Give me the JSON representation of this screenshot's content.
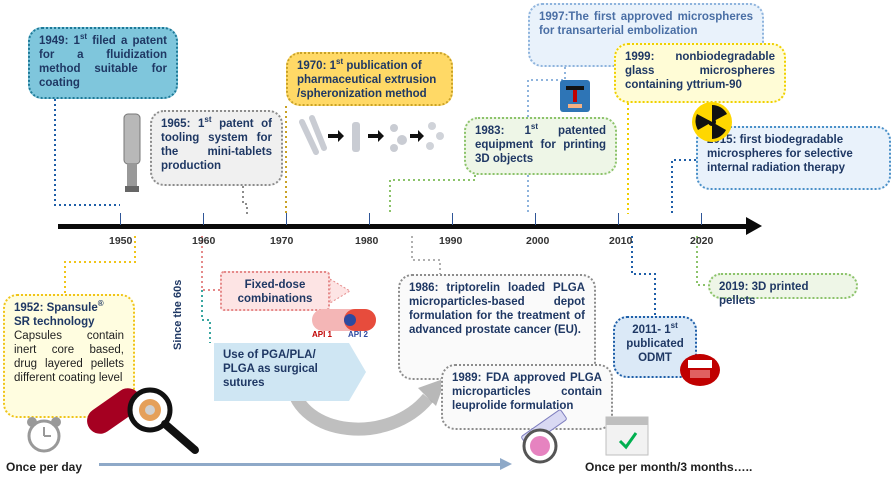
{
  "timeline": {
    "years": [
      "1950",
      "1960",
      "1970",
      "1980",
      "1990",
      "2000",
      "2010",
      "2020"
    ],
    "since_label": "Since the 60s"
  },
  "events": {
    "e1949": {
      "prefix": "1949: 1",
      "sup": "st",
      "rest": " filed a patent for a fluidization method suitable for coating"
    },
    "e1965": {
      "prefix": "1965: 1",
      "sup": "st",
      "rest": " patent of tooling system for the mini-tablets production"
    },
    "e1970": {
      "prefix": "1970: 1",
      "sup": "st",
      "rest": " publication of pharmaceutical extrusion /spheronization method"
    },
    "e1983": {
      "prefix": "1983: 1",
      "sup": "st",
      "rest": " patented equipment for printing 3D objects"
    },
    "e1997": {
      "text": "1997:The first approved microspheres for transarterial embolization"
    },
    "e1999": {
      "text": "1999: nonbiodegradable glass microspheres containing yttrium-90"
    },
    "e2015": {
      "text": "2015: first biodegradable microspheres for selective internal radiation therapy"
    },
    "e2019": {
      "text": "2019: 3D printed pellets"
    },
    "e2011": {
      "prefix": "2011- 1",
      "sup": "st",
      "rest": " publicated ODMT"
    },
    "e1986": {
      "text": "1986: triptorelin loaded PLGA microparticles-based depot formulation for the treatment of advanced prostate cancer (EU)."
    },
    "e1989": {
      "text": "1989: FDA approved PLGA microparticles contain leuprolide formulation"
    },
    "e1952": {
      "title": "1952: Spansule",
      "reg": "®",
      "title2": "SR technology",
      "text": "Capsules contain inert core based, drug layered pellets different coating level"
    },
    "fixed_dose": {
      "text": "Fixed-dose combinations"
    },
    "pga": {
      "text": "Use of PGA/PLA/ PLGA as surgical sutures"
    }
  },
  "capsule_labels": {
    "api1": "API 1",
    "api2": "API 2"
  },
  "bottom": {
    "left": "Once per day",
    "right": "Once per month/3 months….."
  },
  "colors": {
    "axis": "#0a0a0a",
    "blue_box": "#7fc6dc",
    "yellow_box": "#ffd966",
    "accent_red": "#c00000"
  }
}
